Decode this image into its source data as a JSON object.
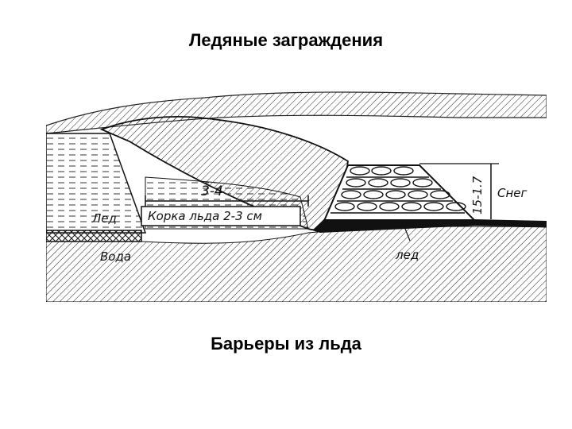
{
  "slide": {
    "title": "Ледяные заграждения",
    "caption": "Барьеры из льда"
  },
  "diagram": {
    "labels": {
      "ice_left": "Лед",
      "water": "Вода",
      "dimension_top": "3-4",
      "ice_crust": "Корка льда 2-3 см",
      "height_dim": "15-1.7",
      "snow": "Снег",
      "ice_right": "лед"
    },
    "icons": [
      "snow-hatching",
      "water-hatching",
      "ice-block-wall",
      "ice-layer"
    ]
  }
}
